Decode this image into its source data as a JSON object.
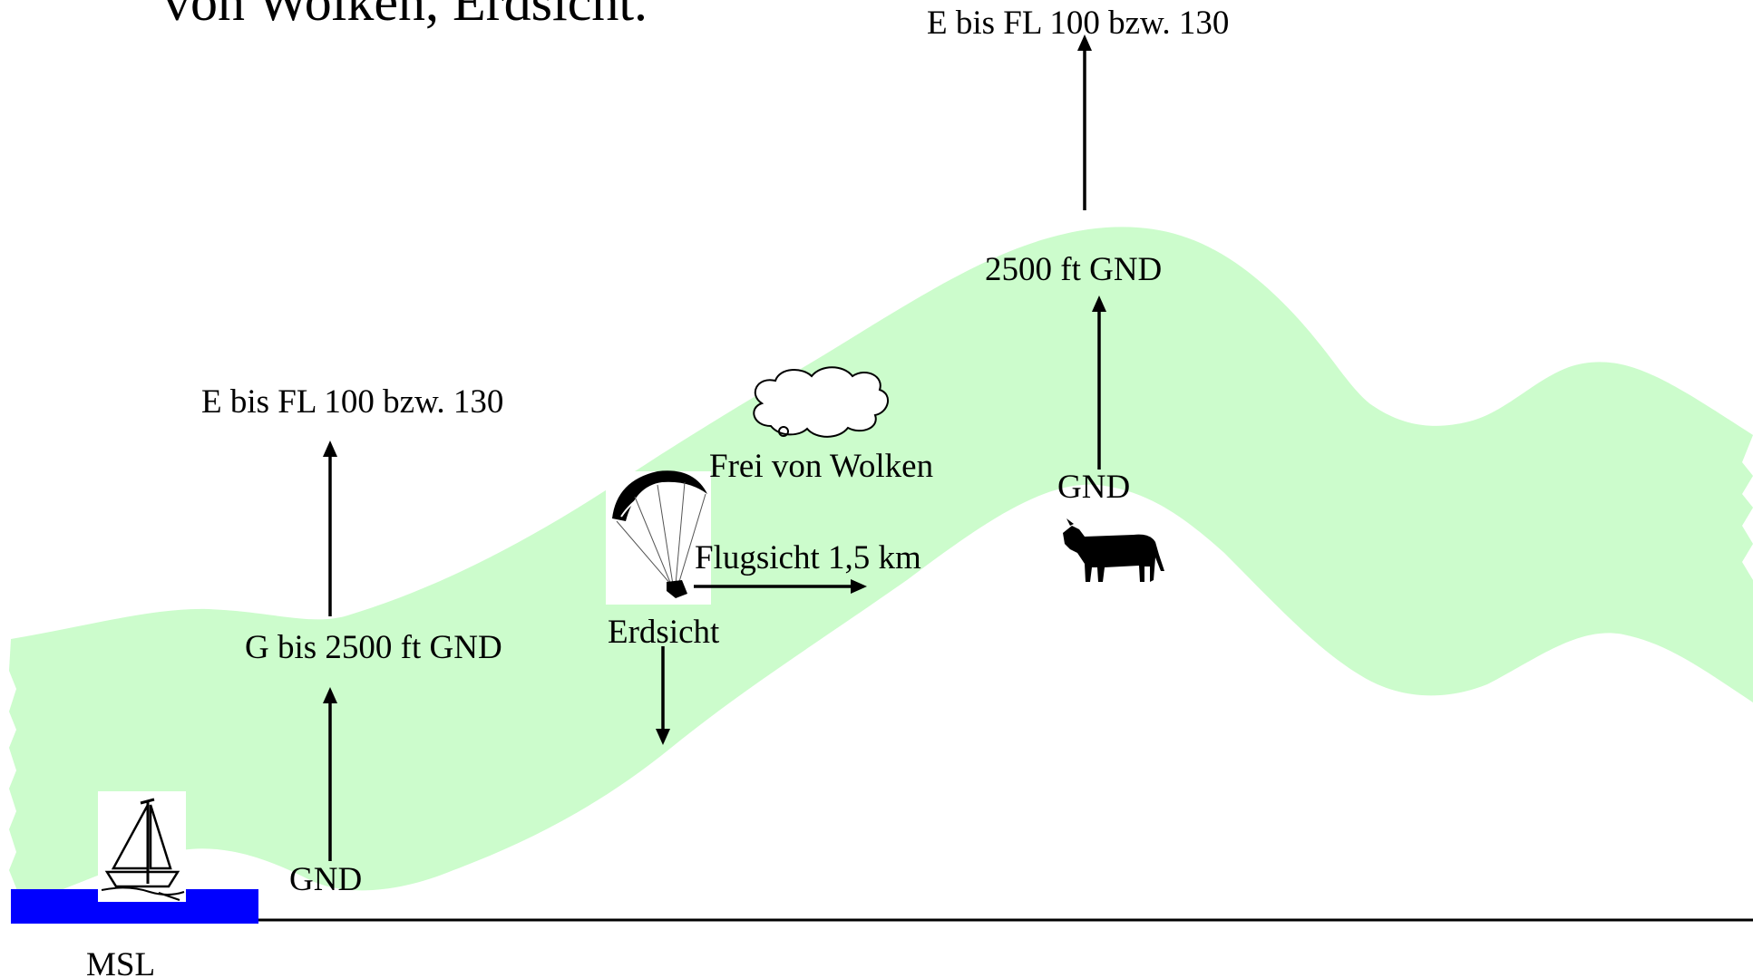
{
  "title_fragment": "von Wolken, Erdsicht.",
  "labels": {
    "top_airspace": "E bis FL 100 bzw. 130",
    "left_airspace": "E bis FL 100 bzw. 130",
    "class_g": "G bis 2500 ft GND",
    "gnd_left": "GND",
    "msl": "MSL",
    "erdsicht": "Erdsicht",
    "flugsicht": "Flugsicht 1,5 km",
    "frei_von_wolken": "Frei von Wolken",
    "mountain_2500": "2500 ft GND",
    "gnd_mountain": "GND"
  },
  "icons": {
    "sailboat": "sailboat-icon",
    "paraglider": "paraglider-icon",
    "cloud": "cloud-icon",
    "cow": "cow-icon"
  },
  "colors": {
    "airspace_g": "#ccfccc",
    "sea": "#0000ff",
    "ink": "#000000",
    "background": "#ffffff"
  }
}
